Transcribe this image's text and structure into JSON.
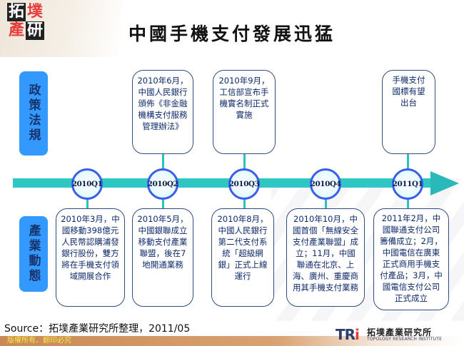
{
  "header": {
    "logo_chars": [
      "拓",
      "墣",
      "產",
      "研"
    ],
    "title": "中國手機支付發展迅猛"
  },
  "rows": {
    "policy_label": "政策法規",
    "industry_label": "產業動態"
  },
  "timeline": {
    "nodes": [
      "2010Q1",
      "2010Q2",
      "2010Q3",
      "2010Q4",
      "2011Q1"
    ],
    "colors": {
      "bar": "#2ec7c5",
      "node_border": "#3a5ee8",
      "label_bg": "#3399ff"
    }
  },
  "policy_boxes": [
    {
      "quarter": "2010Q2",
      "text": "2010年6月，中國人民銀行頒佈《非金融機構支付服務管理辦法》"
    },
    {
      "quarter": "2010Q3",
      "text": "2010年9月，工信部宣布手機實名制正式實施"
    },
    {
      "quarter": "2011Q1",
      "text": "手機支付國標有望出台"
    }
  ],
  "industry_boxes": [
    {
      "quarter": "2010Q1",
      "text": "2010年3月，中國移動398億元人民幣認購浦發銀行股份，雙方將在手機支付領域開展合作"
    },
    {
      "quarter": "2010Q2",
      "text": "2010年5月，中國銀聯成立移動支付產業聯盟，後在7地開通業務"
    },
    {
      "quarter": "2010Q3",
      "text": "2010年8月，中國人民銀行第二代支付系統「超級網銀」正式上線運行"
    },
    {
      "quarter": "2010Q4",
      "text": "2010年10月，中國首個「無線安全支付產業聯盟」成立；11月，中國聯通在北京、上海、廣州、重慶商用其手機支付業務"
    },
    {
      "quarter": "2011Q1",
      "text": "2011年2月，中國聯通支付公司籌備成立；2月，中國電信在廣東正式商用手機支付產品；3月，中國電信支付公司正式成立"
    }
  ],
  "footer": {
    "source": "Source：拓墣產業研究所整理，2011/05",
    "copyright": "版權所有．翻印必究",
    "brand_mark_a": "TR",
    "brand_mark_b": "i",
    "brand_cn": "拓墣產業研究所",
    "brand_en": "TOPOLOGY RESEARCH INSTITUTE"
  }
}
